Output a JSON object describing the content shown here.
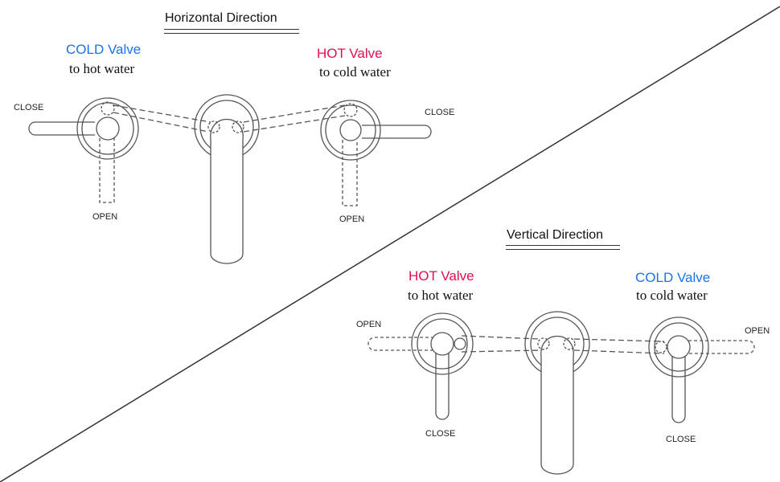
{
  "colors": {
    "cold": "#1a73e8",
    "hot": "#e0104f",
    "line": "#555555"
  },
  "horizontal": {
    "title": "Horizontal Direction",
    "cold": {
      "name": "COLD Valve",
      "sub": "to hot water"
    },
    "hot": {
      "name": "HOT Valve",
      "sub": "to cold water"
    },
    "left_close": "CLOSE",
    "left_open": "OPEN",
    "right_close": "CLOSE",
    "right_open": "OPEN"
  },
  "vertical": {
    "title": "Vertical Direction",
    "hot": {
      "name": "HOT Valve",
      "sub": "to hot water"
    },
    "cold": {
      "name": "COLD Valve",
      "sub": "to cold water"
    },
    "left_open": "OPEN",
    "left_close": "CLOSE",
    "right_open": "OPEN",
    "right_close": "CLOSE"
  }
}
